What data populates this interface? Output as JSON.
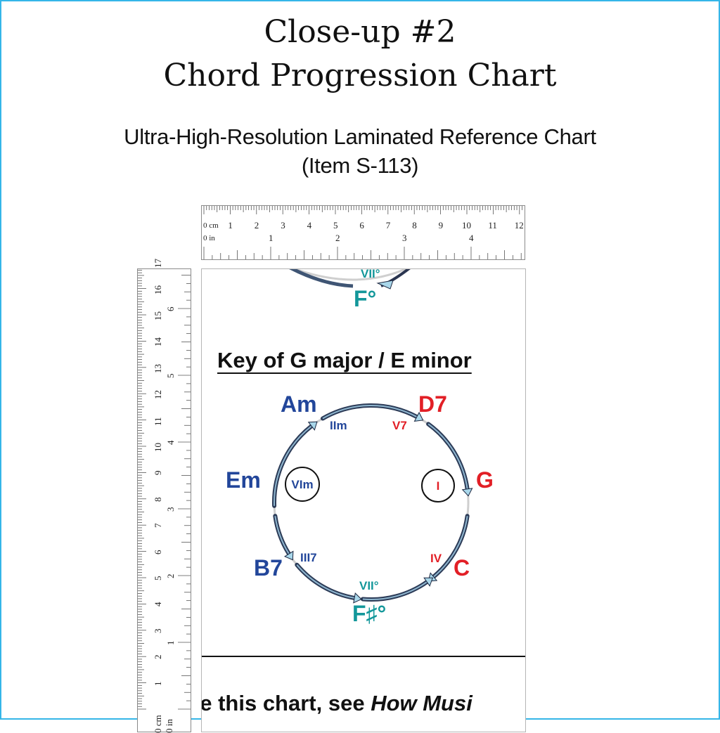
{
  "header": {
    "title_line1": "Close-up #2",
    "title_line2": "Chord Progression Chart",
    "subtitle_line1": "Ultra-High-Resolution Laminated Reference Chart",
    "subtitle_line2": "(Item S-113)"
  },
  "ruler_horizontal": {
    "cm_label": "0 cm",
    "in_label": "0 in",
    "cm_ticks": [
      "1",
      "2",
      "3",
      "4",
      "5",
      "6",
      "7",
      "8",
      "9",
      "10",
      "11",
      "12"
    ],
    "in_ticks": [
      "1",
      "2",
      "3",
      "4"
    ]
  },
  "ruler_vertical": {
    "cm_label": "0 cm",
    "in_label": "0 in",
    "cm_ticks": [
      "1",
      "2",
      "3",
      "4",
      "5",
      "6",
      "7",
      "8",
      "9",
      "10",
      "11",
      "12",
      "13",
      "14",
      "15",
      "16",
      "17"
    ],
    "in_ticks": [
      "1",
      "2",
      "3",
      "4",
      "5",
      "6"
    ]
  },
  "chart": {
    "previous_section": {
      "roman": "VII°",
      "chord": "F°"
    },
    "key_heading": "Key of G major / E minor",
    "chords": [
      {
        "chord": "Am",
        "roman": "IIm",
        "color": "#22469a"
      },
      {
        "chord": "D7",
        "roman": "V7",
        "color": "#e21f26"
      },
      {
        "chord": "G",
        "roman": "I",
        "color": "#e21f26",
        "circled": true
      },
      {
        "chord": "C",
        "roman": "IV",
        "color": "#e21f26"
      },
      {
        "chord": "F♯°",
        "roman": "VII°",
        "color": "#13979a"
      },
      {
        "chord": "B7",
        "roman": "III7",
        "color": "#22469a"
      },
      {
        "chord": "Em",
        "roman": "VIm",
        "color": "#22469a",
        "circled": true
      }
    ],
    "footer_prefix": "se this chart, see ",
    "footer_italic": "How Musi"
  },
  "colors": {
    "major": "#e21f26",
    "minor": "#22469a",
    "diminished": "#13979a",
    "frame": "#35b6e8"
  }
}
